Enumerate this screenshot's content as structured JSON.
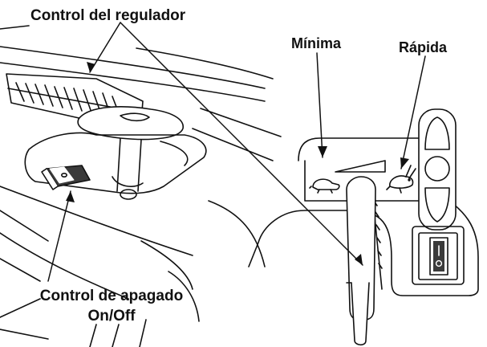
{
  "labels": {
    "throttle_control": "Control del regulador",
    "minimum": "Mínima",
    "fast": "Rápida",
    "shutoff_line1": "Control de apagado",
    "shutoff_line2": "On/Off"
  },
  "icons": {
    "slow": "turtle-icon",
    "fast": "rabbit-icon"
  },
  "colors": {
    "ink": "#111111",
    "paper": "#ffffff",
    "switch_dark": "#3a3a3a"
  }
}
